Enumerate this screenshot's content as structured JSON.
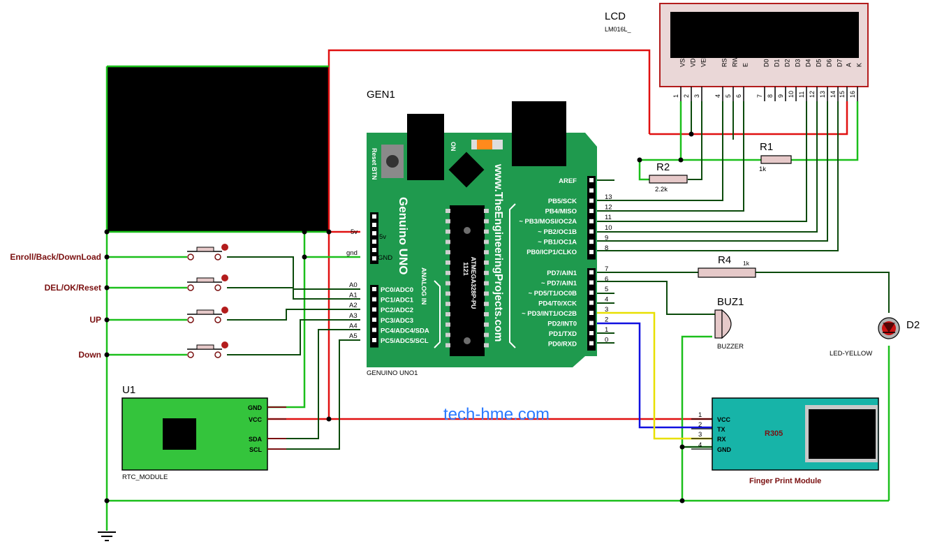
{
  "lcd": {
    "ref": "LCD",
    "model": "LM016L_",
    "pins": [
      "VSS",
      "VDD",
      "VEE",
      "RS",
      "RW",
      "E",
      "D0",
      "D1",
      "D2",
      "D3",
      "D4",
      "D5",
      "D6",
      "D7",
      "A",
      "K"
    ],
    "pin_numbers": [
      "1",
      "2",
      "3",
      "4",
      "5",
      "6",
      "7",
      "8",
      "9",
      "10",
      "11",
      "12",
      "13",
      "14",
      "15",
      "16"
    ]
  },
  "board": {
    "ref": "GEN1",
    "name": "GENUINO UNO1",
    "title": "Genuino UNO",
    "website": "www.TheEngineeringProjects.com",
    "chip_top": "1121",
    "chip_name": "ATMEGA328P-PU",
    "reset_label": "Reset BTN",
    "on_label": "ON",
    "analog_label": "ANALOG IN",
    "power_pins": [
      "5v",
      "gnd"
    ],
    "power_inner": [
      "5v",
      "GND"
    ],
    "aref": "AREF",
    "digital_top": [
      {
        "label": "PB5/SCK",
        "num": "13"
      },
      {
        "label": "PB4/MISO",
        "num": "12"
      },
      {
        "label": "~ PB3/MOSI/OC2A",
        "num": "11"
      },
      {
        "label": "~ PB2/OC1B",
        "num": "10"
      },
      {
        "label": "~ PB1/OC1A",
        "num": "9"
      },
      {
        "label": "PB0/ICP1/CLKO",
        "num": "8"
      }
    ],
    "digital_bottom": [
      {
        "label": "PD7/AIN1",
        "num": "7"
      },
      {
        "label": "~ PD7/AIN1",
        "num": "6"
      },
      {
        "label": "~ PD5/T1/OC0B",
        "num": "5"
      },
      {
        "label": "PD4/T0/XCK",
        "num": "4"
      },
      {
        "label": "~ PD3/INT1/OC2B",
        "num": "3"
      },
      {
        "label": "PD2/INT0",
        "num": "2"
      },
      {
        "label": "PD1/TXD",
        "num": "1"
      },
      {
        "label": "PD0/RXD",
        "num": "0"
      }
    ],
    "analog": [
      {
        "label": "PC0/ADC0",
        "num": "A0"
      },
      {
        "label": "PC1/ADC1",
        "num": "A1"
      },
      {
        "label": "PC2/ADC2",
        "num": "A2"
      },
      {
        "label": "PC3/ADC3",
        "num": "A3"
      },
      {
        "label": "PC4/ADC4/SDA",
        "num": "A4"
      },
      {
        "label": "PC5/ADC5/SCL",
        "num": "A5"
      }
    ]
  },
  "resistors": {
    "r1": {
      "ref": "R1",
      "value": "1k"
    },
    "r2": {
      "ref": "R2",
      "value": "2.2k"
    },
    "r4": {
      "ref": "R4",
      "value": "1k"
    }
  },
  "buzzer": {
    "ref": "BUZ1",
    "name": "BUZZER"
  },
  "led": {
    "ref": "D2",
    "name": "LED-YELLOW"
  },
  "buttons": [
    "Enroll/Back/DownLoad",
    "DEL/OK/Reset",
    "UP",
    "Down"
  ],
  "rtc": {
    "ref": "U1",
    "name": "RTC_MODULE",
    "pins": [
      "GND",
      "VCC",
      "SDA",
      "SCL"
    ]
  },
  "fingerprint": {
    "model": "R305",
    "name": "Finger Print Module",
    "pins": [
      "VCC",
      "TX",
      "RX",
      "GND"
    ],
    "pin_numbers": [
      "1",
      "2",
      "3",
      "4"
    ]
  },
  "watermark": "tech-hme.com",
  "colors": {
    "board": "#1f9a4e",
    "wire_green": "#1bbf1b",
    "wire_dark": "#0b4a0b",
    "wire_red": "#e01010",
    "wire_blue": "#1010e0",
    "wire_yellow": "#e8e000",
    "rtc_fill": "#34c43c",
    "fp_fill": "#17b4a8",
    "watermark": "#2979ff",
    "label": "#7a1010"
  }
}
